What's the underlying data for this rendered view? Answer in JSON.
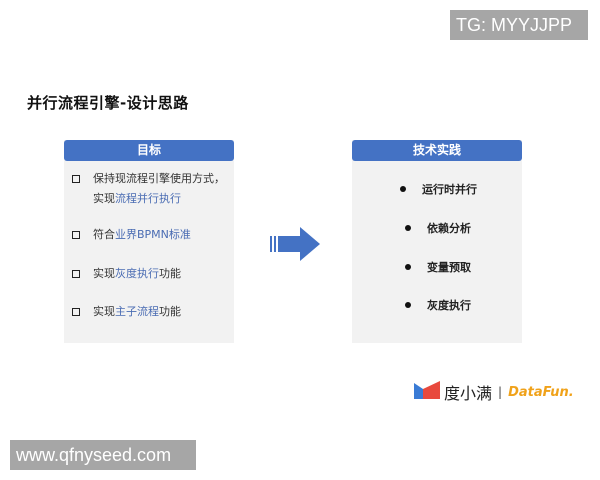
{
  "watermarks": {
    "top": "TG: MYYJJPP",
    "bottom": "www.qfnyseed.com"
  },
  "title": "并行流程引擎-设计思路",
  "left_panel": {
    "header": "目标",
    "items": [
      {
        "plain1": "保持现流程引擎使用方式，",
        "line2_plain": "实现",
        "line2_highlight": "流程并行执行"
      },
      {
        "plain": "符合",
        "highlight": "业界BPMN标准",
        "suffix": ""
      },
      {
        "plain": "实现",
        "highlight": "灰度执行",
        "suffix": "功能"
      },
      {
        "plain": "实现",
        "highlight": "主子流程",
        "suffix": "功能"
      }
    ]
  },
  "arrow": {
    "icon": "right-arrow-icon",
    "color": "#4472c4"
  },
  "right_panel": {
    "header": "技术实践",
    "items": [
      "运行时并行",
      "依赖分析",
      "变量预取",
      "灰度执行"
    ]
  },
  "footer": {
    "brand": "度小满",
    "separator": "|",
    "partner": "DataFun."
  },
  "colors": {
    "accent": "#4472c4",
    "highlight_text": "#4a6cb3",
    "panel_bg": "#f2f2f2",
    "partner": "#f0a21a"
  }
}
